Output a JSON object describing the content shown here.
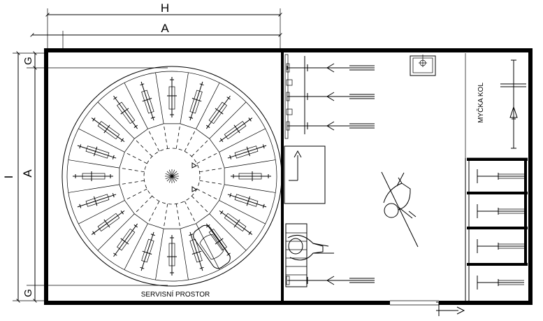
{
  "dimensions": {
    "width_outer": "H",
    "width_inner": "A",
    "height_total": "I",
    "height_inner": "A",
    "gap_top": "G",
    "gap_bottom": "G"
  },
  "labels": {
    "service_area": "SERVISNÍ PROSTOR",
    "bike_wash": "MYČKA KOL"
  },
  "carousel": {
    "slots": 20
  }
}
